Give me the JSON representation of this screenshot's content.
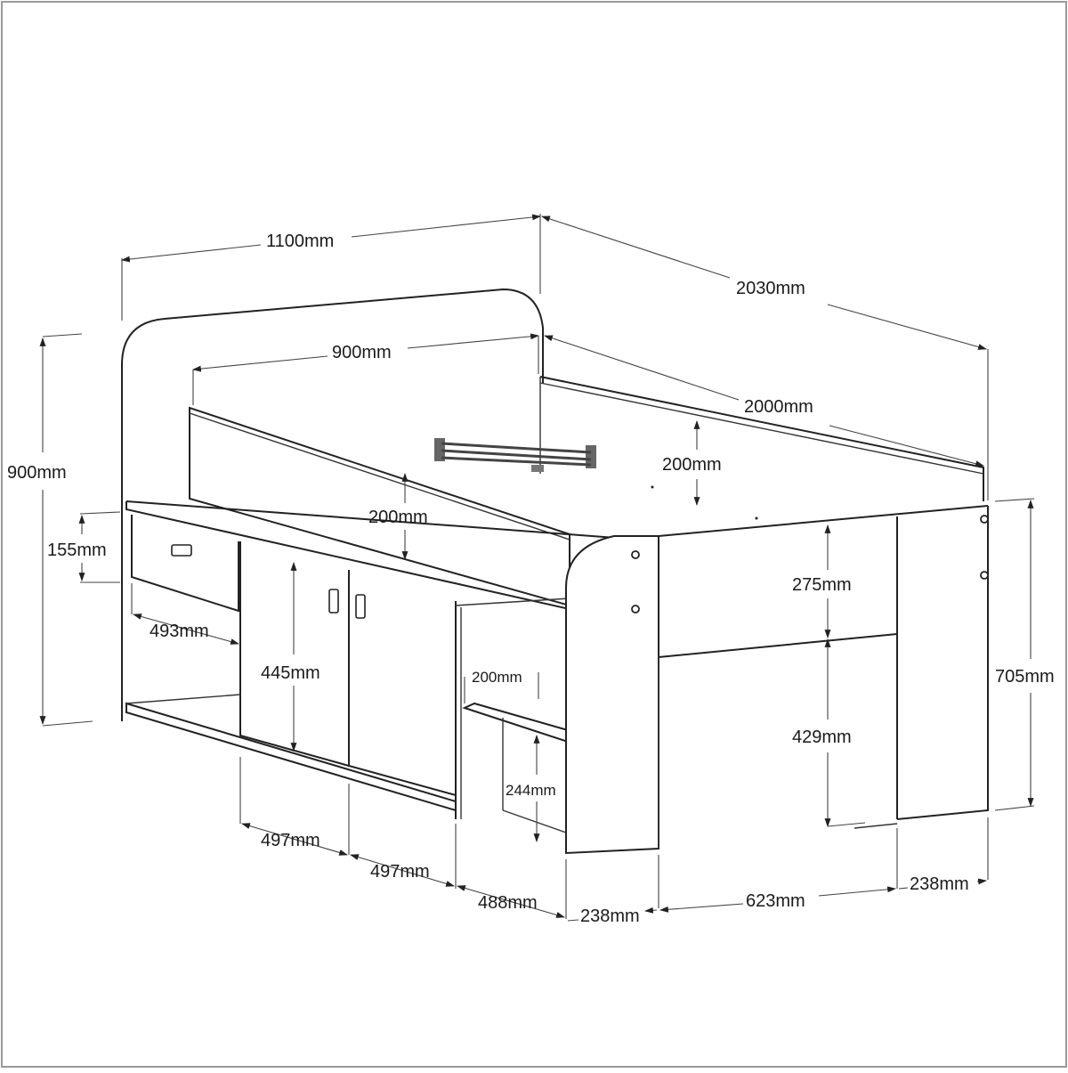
{
  "diagram": {
    "dimensions": {
      "overall_width": "1100mm",
      "overall_length": "2030mm",
      "mattress_width": "900mm",
      "mattress_length": "2000mm",
      "overall_height": "900mm",
      "guard_rail_height_back": "200mm",
      "guard_rail_height_front": "200mm",
      "drawer_height": "155mm",
      "drawer_width": "493mm",
      "cupboard_height": "445mm",
      "door_width_left": "497mm",
      "door_width_right": "497mm",
      "desk_width": "488mm",
      "shelf_depth": "200mm",
      "shelf_height": "244mm",
      "end_leg_left": "238mm",
      "end_opening_width": "623mm",
      "end_leg_right": "238mm",
      "end_top_rail": "275mm",
      "end_opening_height": "429mm",
      "bed_height": "705mm"
    }
  }
}
